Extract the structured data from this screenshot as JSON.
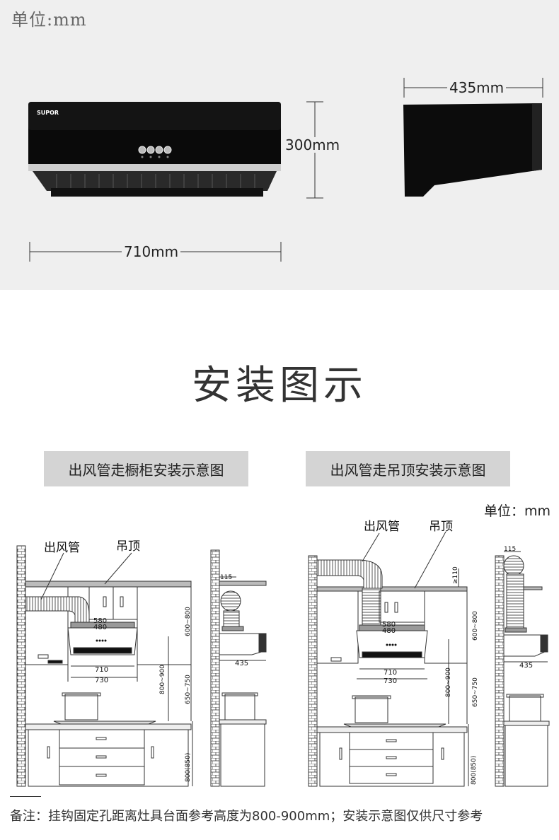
{
  "unit_top": "单位:mm",
  "dimensions": {
    "width": "710mm",
    "height": "300mm",
    "depth": "435mm"
  },
  "brand": "SUPOR",
  "section_title": "安装图示",
  "tabs": {
    "left": "出风管走橱柜安装示意图",
    "right": "出风管走吊顶安装示意图"
  },
  "unit_mid": "单位：mm",
  "labels": {
    "duct": "出风管",
    "ceiling": "吊顶"
  },
  "diagram": {
    "d580": "580",
    "d480": "480",
    "d710": "710",
    "d730": "730",
    "d600_800": "600~800",
    "d800_900": "800~900",
    "d650_750": "650~750",
    "d800_850": "800(850)",
    "d115": "115",
    "d435": "435",
    "d110": "≥110"
  },
  "note": "备注：挂钩固定孔距离灶具台面参考高度为800-900mm；安装示意图仅供尺寸参考"
}
